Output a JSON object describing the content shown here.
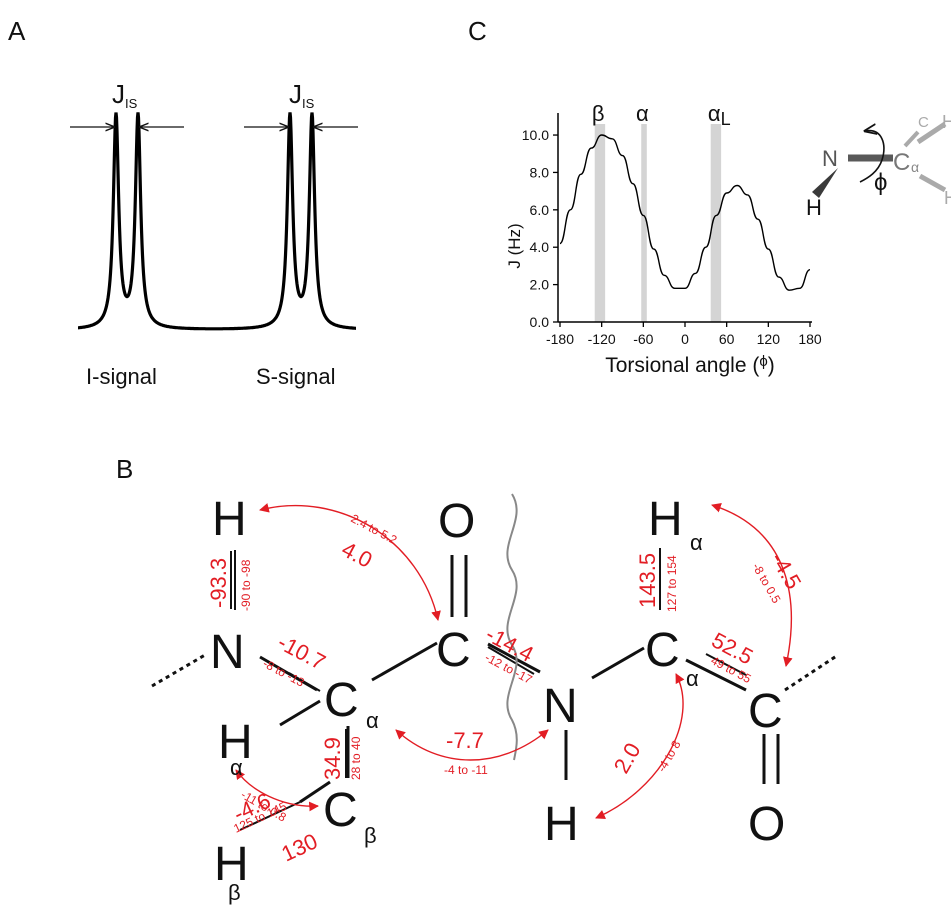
{
  "panels": {
    "a": "A",
    "b": "B",
    "c": "C"
  },
  "panel_a": {
    "j_symbol": "J",
    "j_subscript": "IS",
    "i_signal": "I-signal",
    "s_signal": "S-signal"
  },
  "chart_data": {
    "type": "line",
    "xlabel": "Torsional angle (ϕ)",
    "xlabel_text": "Torsional angle (",
    "xlabel_symbol": "ϕ",
    "xlabel_close": ")",
    "ylabel": "J (Hz)",
    "xlim": [
      -180,
      180
    ],
    "ylim": [
      0,
      11.5
    ],
    "x_ticks": [
      "-180",
      "-120",
      "-60",
      "0",
      "60",
      "120",
      "180"
    ],
    "y_ticks": [
      "0.0",
      "2.0",
      "4.0",
      "6.0",
      "8.0",
      "10.0"
    ],
    "x": [
      -180,
      -165,
      -150,
      -135,
      -120,
      -105,
      -90,
      -75,
      -60,
      -45,
      -30,
      -15,
      0,
      15,
      30,
      45,
      60,
      75,
      90,
      105,
      120,
      135,
      150,
      165
    ],
    "y": [
      4.2,
      6.0,
      7.9,
      9.3,
      10.0,
      9.8,
      8.9,
      7.4,
      5.7,
      3.9,
      2.5,
      1.8,
      1.8,
      2.6,
      4.0,
      5.7,
      6.9,
      7.3,
      6.8,
      5.5,
      3.9,
      2.4,
      1.7,
      1.8
    ],
    "x_end": 180,
    "y_end": 2.8,
    "regions": [
      {
        "name": "β",
        "from": -130,
        "to": -115
      },
      {
        "name": "α",
        "from": -63,
        "to": -55
      },
      {
        "name": "αL",
        "label": "α",
        "sub": "L",
        "from": 37,
        "to": 52
      }
    ],
    "grid": false
  },
  "newman": {
    "n": "N",
    "h": "H",
    "c_alpha": "C",
    "alpha": "α",
    "c_back": "C",
    "h_back": "H",
    "h_back2": "H",
    "phi": "ϕ"
  },
  "molecule": {
    "atoms": {
      "h1": "H",
      "n1": "N",
      "ca1": "C",
      "ha1": "H",
      "cb": "C",
      "hb": "H",
      "c_carbonyl": "C",
      "o1": "O",
      "n2": "N",
      "h2": "H",
      "ca2": "C",
      "ha2": "H",
      "c2": "C",
      "o2": "O"
    },
    "subs": {
      "ca1": "α",
      "ha1": "α",
      "cb": "β",
      "hb": "β",
      "ha2": "α",
      "ca2": "α"
    },
    "couplings": {
      "nh_value": "-93.3",
      "nh_range": "-90 to -98",
      "h_c_value": "4.0",
      "h_c_range": "2.4 to 5.2",
      "n_ca_value": "-10.7",
      "n_ca_range": "-8 to -13",
      "c_n_value": "-14.4",
      "c_n_range": "-12 to -17",
      "ca_cb_value": "34.9",
      "ca_cb_range": "28 to 40",
      "ha_cb_value": "-4.6",
      "ha_cb_range": "-11 to 0.8",
      "cb_hb_value": "130",
      "cb_hb_range": "125 to 145",
      "ca_n_value": "-7.7",
      "ca_n_range": "-4 to -11",
      "ca2_ha2_value": "143.5",
      "ca2_ha2_range": "127 to 154",
      "ca2_c2_value": "52.5",
      "ca2_c2_range": "49 to 55",
      "ha2_c2_value": "-4.5",
      "ha2_c2_range": "-8 to 0.5",
      "h2_ca2_value": "2.0",
      "h2_ca2_range": "-4 to 8"
    }
  }
}
